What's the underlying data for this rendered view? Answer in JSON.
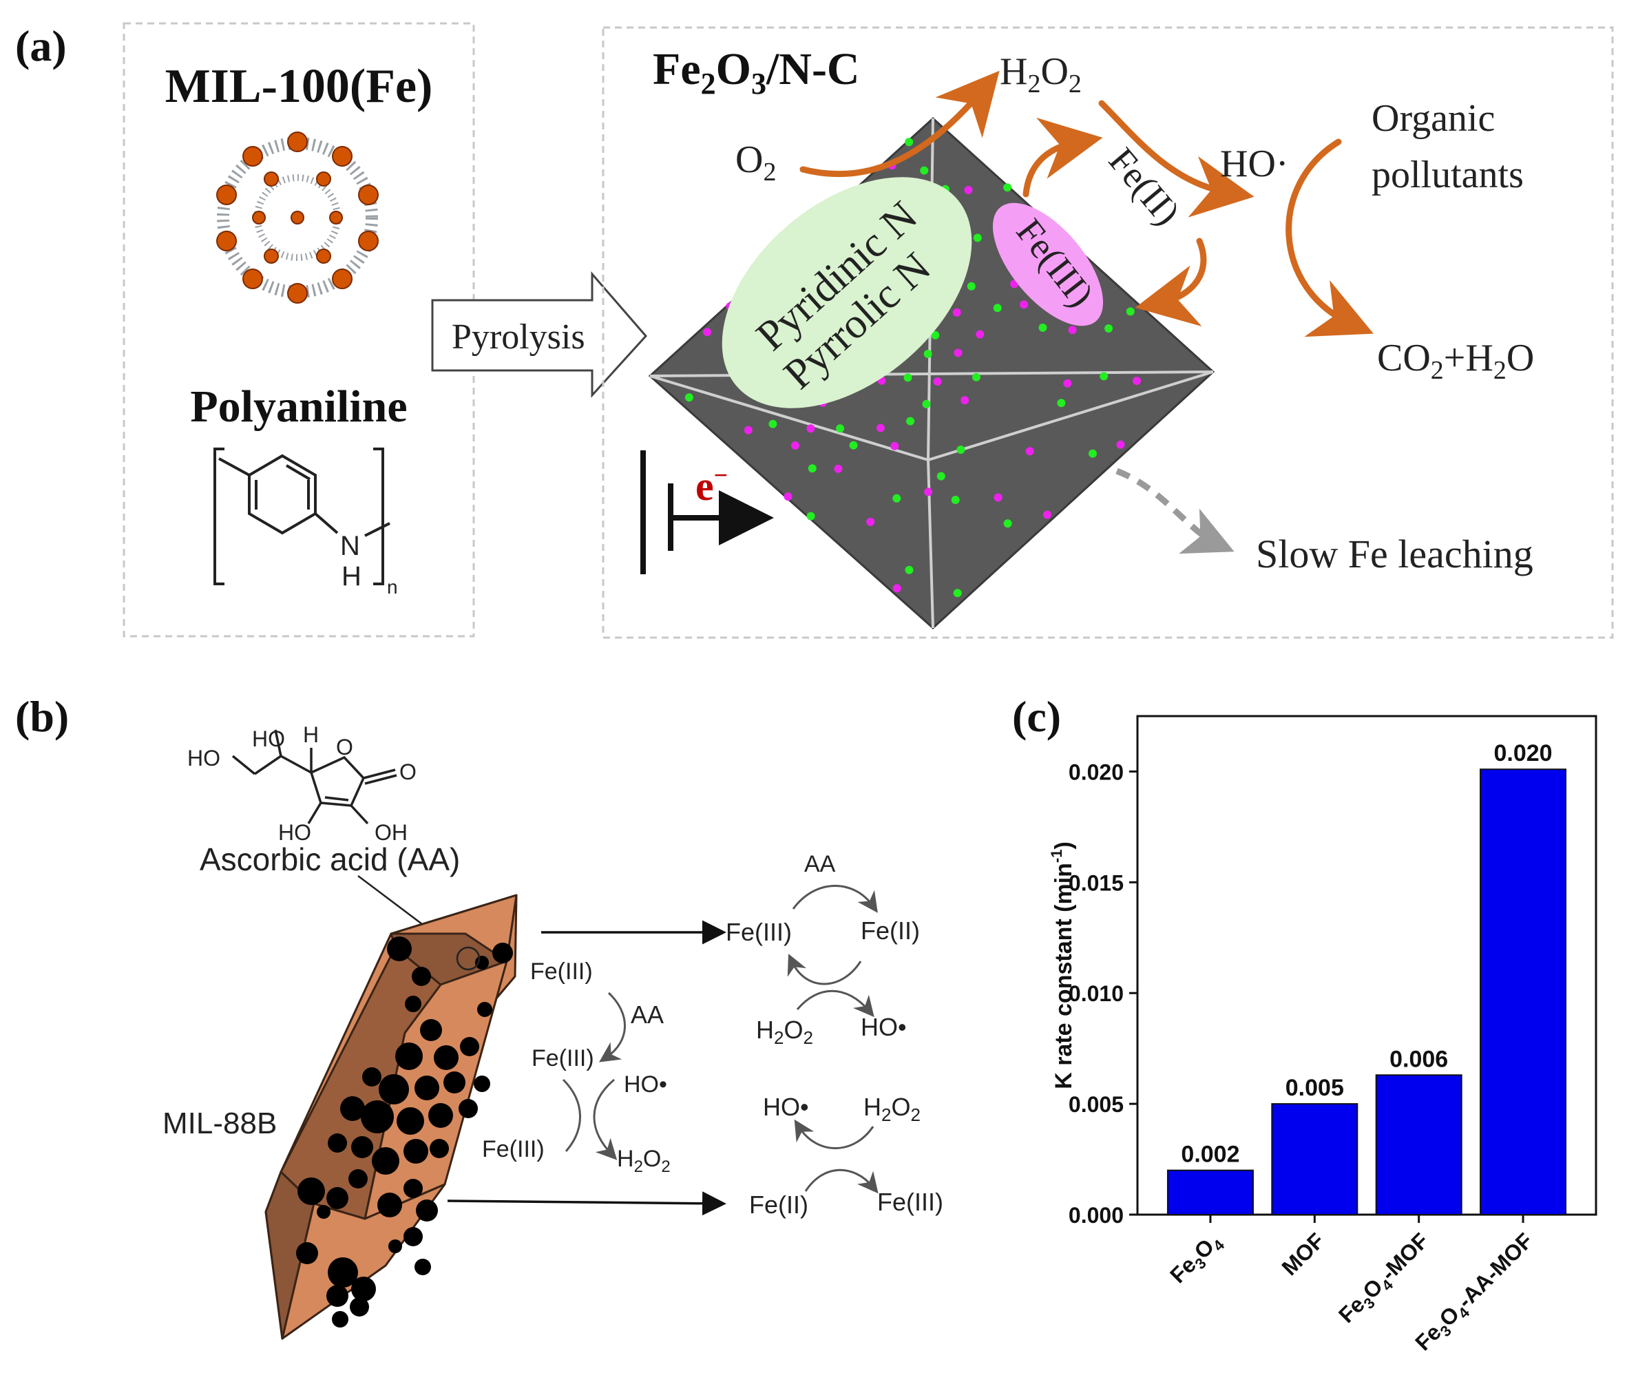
{
  "panels": {
    "a": {
      "label": "(a)",
      "mof_name": "MIL-100(Fe)",
      "polymer_name": "Polyaniline",
      "polymer_n_atom": "N",
      "polymer_h_atom": "H",
      "polymer_subscript": "n",
      "process_label": "Pyrolysis",
      "product_main": "Fe",
      "product_sub1": "2",
      "product_mid": "O",
      "product_sub2": "3",
      "product_tail": "/N-C",
      "o2_main": "O",
      "o2_sub": "2",
      "h2o2_h1": "H",
      "h2o2_sub1": "2",
      "h2o2_o": "O",
      "h2o2_sub2": "2",
      "radical": "HO·",
      "pollutant_line1": "Organic",
      "pollutant_line2": "pollutants",
      "products_co2_c": "CO",
      "products_co2_sub": "2",
      "products_plus_h": "+H",
      "products_h2o_sub": "2",
      "products_h2o_o": "O",
      "nitrogen_line1": "Pyridinic N",
      "nitrogen_line2": "Pyrrolic N",
      "fe3": "Fe(III)",
      "fe2": "Fe(II)",
      "electron": "e",
      "electron_sup": "−",
      "leaching": "Slow Fe leaching"
    },
    "b": {
      "label": "(b)",
      "aa_name": "Ascorbic acid (AA)",
      "aa_ho_top": "HO",
      "aa_ho_left": "HO",
      "aa_h": "H",
      "aa_o_ring": "O",
      "aa_o_carbonyl": "O",
      "aa_ho_bottom_left": "HO",
      "aa_oh_bottom_right": "OH",
      "mof_name": "MIL-88B",
      "fe3_a": "Fe(III)",
      "aa_reductant": "AA",
      "fe3_b": "Fe(III)",
      "ho_radical_a": "HO•",
      "fe3_c": "Fe(III)",
      "h2o2_a_main": "H",
      "h2o2_a_sub1": "2",
      "h2o2_a_o": "O",
      "h2o2_a_sub2": "2",
      "cycle1_aa": "AA",
      "cycle1_fe3": "Fe(III)",
      "cycle1_fe2": "Fe(II)",
      "cycle1_h2o2_h": "H",
      "cycle1_h2o2_sub1": "2",
      "cycle1_h2o2_o": "O",
      "cycle1_h2o2_sub2": "2",
      "cycle1_ho": "HO•",
      "cycle2_ho": "HO•",
      "cycle2_h2o2_h": "H",
      "cycle2_h2o2_sub1": "2",
      "cycle2_h2o2_o": "O",
      "cycle2_h2o2_sub2": "2",
      "cycle2_fe2": "Fe(II)",
      "cycle2_fe3": "Fe(III)"
    },
    "c": {
      "label": "(c)"
    }
  },
  "colors": {
    "octahedron": "#595959",
    "orange_arrow": "#d2691e",
    "nitrogen_ellipse": "#d9f2cf",
    "fe_ellipse": "#f59ef5",
    "green_dot": "#22ee22",
    "magenta_dot": "#ee22ee",
    "crystal_light": "#d6895c",
    "crystal_dark": "#8c5638",
    "bar": "#0000ee",
    "electron_red": "#c00000"
  },
  "chart_data": {
    "type": "bar",
    "categories": [
      "Fe3O4",
      "MOF",
      "Fe3O4-MOF",
      "Fe3O4-AA-MOF"
    ],
    "category_labels": [
      {
        "parts": [
          [
            "Fe",
            ""
          ],
          [
            "3",
            "sub"
          ],
          [
            "O",
            ""
          ],
          [
            "4",
            "sub"
          ]
        ]
      },
      {
        "parts": [
          [
            "MOF",
            ""
          ]
        ]
      },
      {
        "parts": [
          [
            "Fe",
            ""
          ],
          [
            "3",
            "sub"
          ],
          [
            "O",
            ""
          ],
          [
            "4",
            "sub"
          ],
          [
            "-MOF",
            ""
          ]
        ]
      },
      {
        "parts": [
          [
            "Fe",
            ""
          ],
          [
            "3",
            "sub"
          ],
          [
            "O",
            ""
          ],
          [
            "4",
            "sub"
          ],
          [
            "-AA-MOF",
            ""
          ]
        ]
      }
    ],
    "values": [
      0.002,
      0.005,
      0.0063,
      0.0201
    ],
    "value_labels": [
      "0.002",
      "0.005",
      "0.006",
      "0.020"
    ],
    "ylabel": "K rate constant (min",
    "ylabel_sup": "-1",
    "ylabel_close": ")",
    "ylim": [
      0,
      0.0225
    ],
    "yticks": [
      0.0,
      0.005,
      0.01,
      0.015,
      0.02
    ],
    "ytick_labels": [
      "0.000",
      "0.005",
      "0.010",
      "0.015",
      "0.020"
    ],
    "grid": false,
    "legend": "none"
  }
}
